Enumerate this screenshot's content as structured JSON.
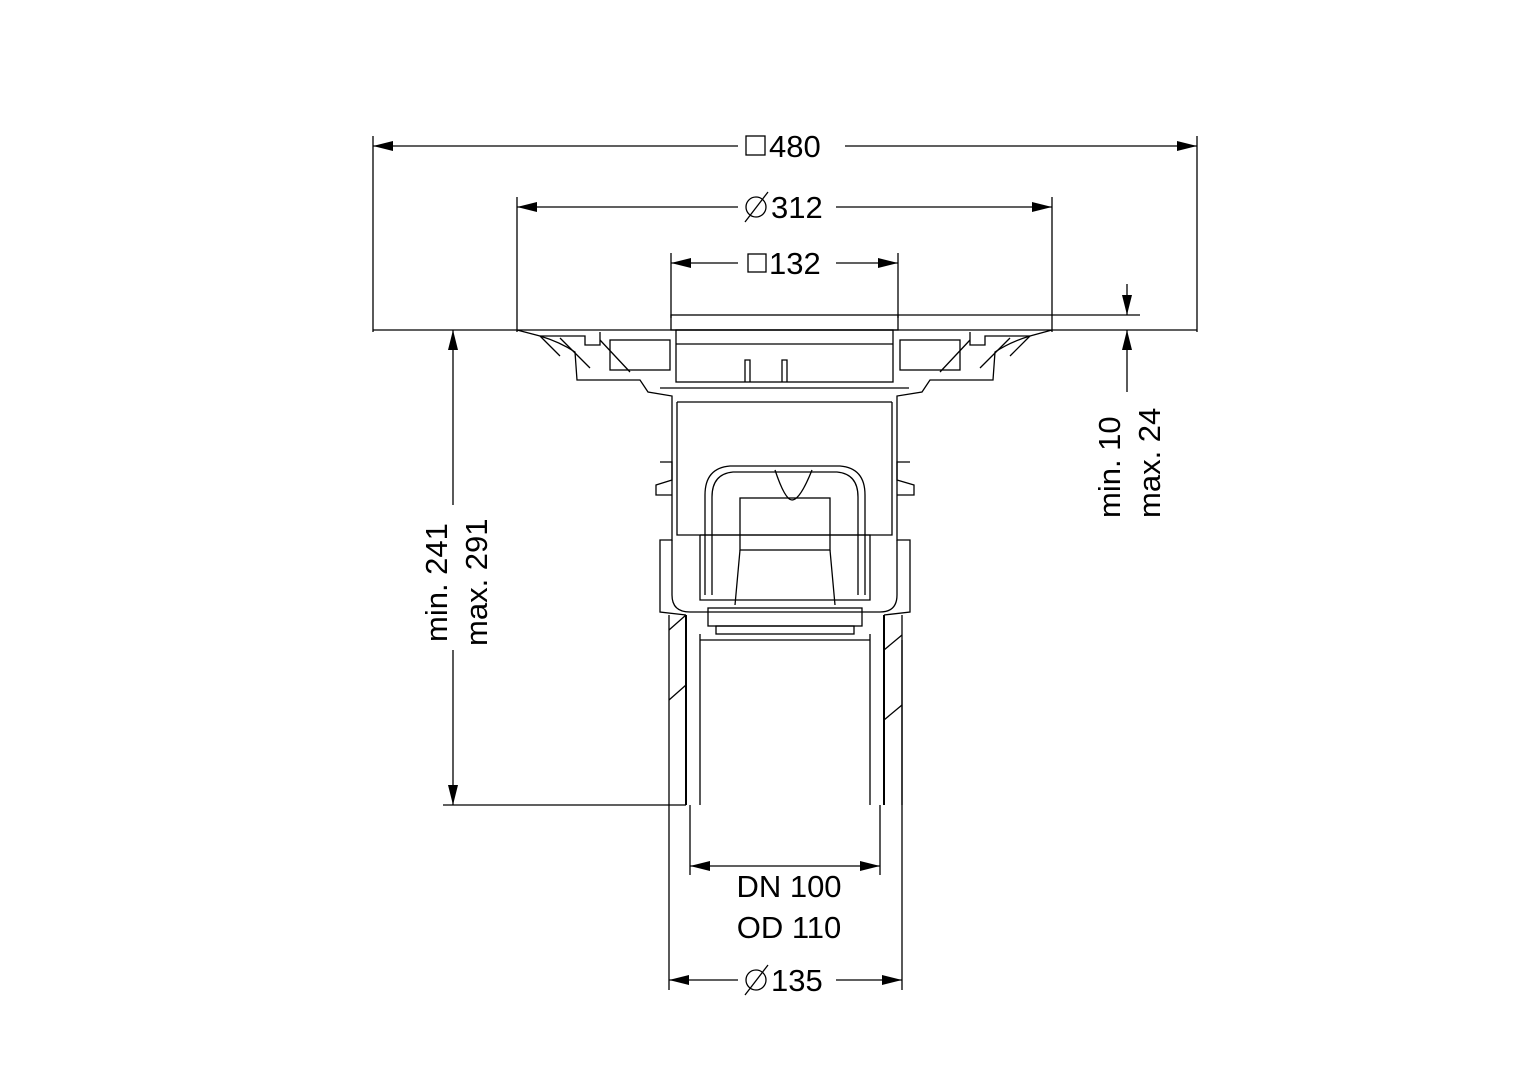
{
  "drawing": {
    "dimensions": {
      "overall_square": {
        "symbol": "square-icon",
        "value": "480"
      },
      "flange_diameter": {
        "symbol": "diameter-icon",
        "value": "312"
      },
      "grate_square": {
        "symbol": "square-icon",
        "value": "132"
      },
      "grate_height": {
        "min": "min. 10",
        "max": "max. 24"
      },
      "installation_height": {
        "min": "min. 241",
        "max": "max. 291"
      },
      "outlet_nominal": "DN 100",
      "outlet_outer": "OD 110",
      "outlet_diameter": {
        "symbol": "diameter-icon",
        "value": "135"
      }
    },
    "colors": {
      "line": "#000000",
      "background": "#ffffff"
    }
  }
}
